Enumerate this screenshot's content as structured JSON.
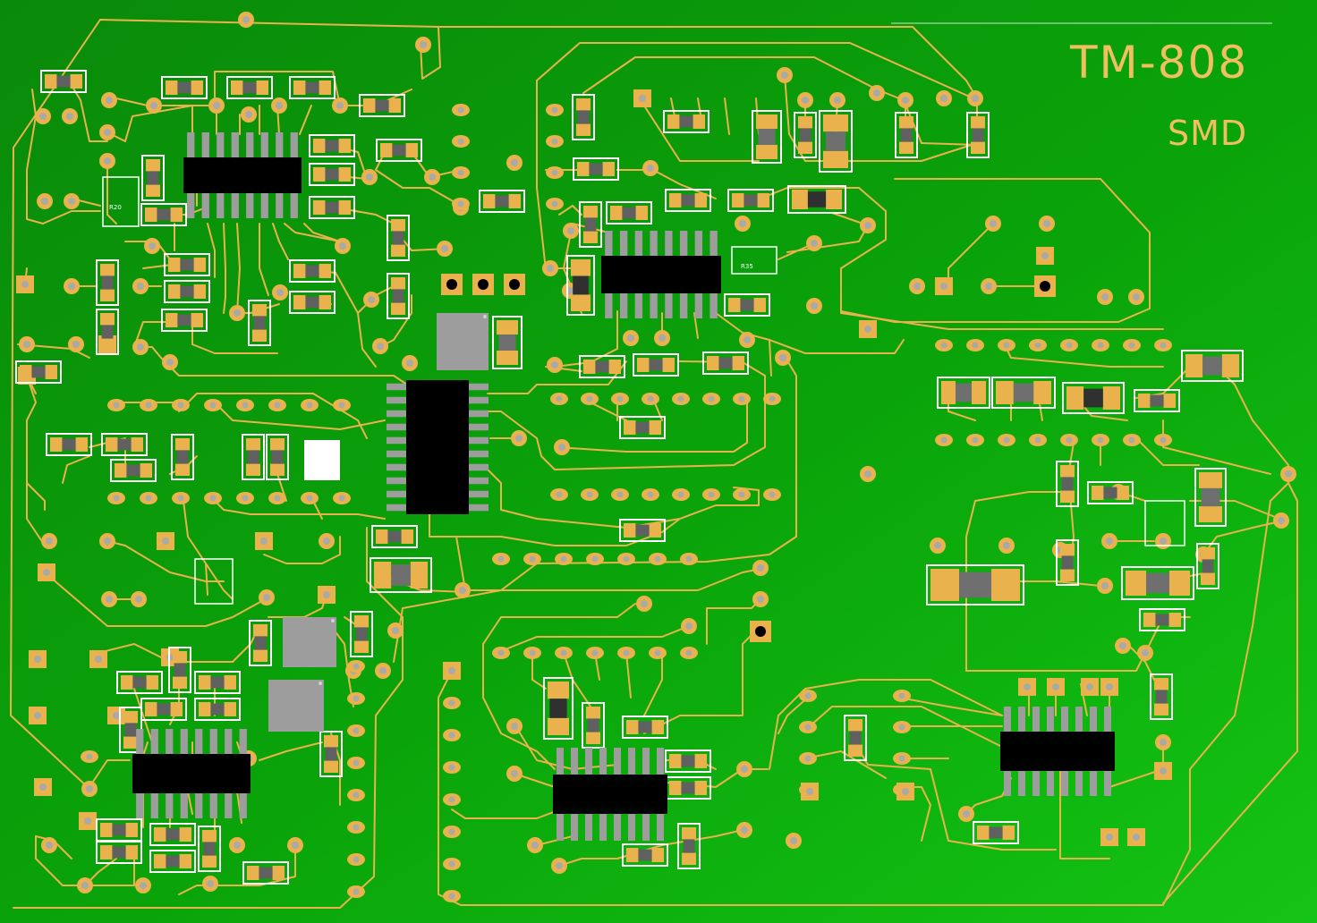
{
  "board": {
    "name": "TM-808",
    "subtitle": "SMD",
    "component_labels": {
      "r_left": "R20",
      "r_mid": "R35"
    }
  },
  "colors": {
    "substrate_light": "#0fbe0f",
    "substrate_dark": "#0a8a0a",
    "copper": "#e9b24d",
    "pad_hole": "#a9a9a9",
    "silkscreen": "#ffffff",
    "ic_body": "#000000",
    "component_body": "#9d9d9d",
    "silk_text": "#f0c060"
  }
}
